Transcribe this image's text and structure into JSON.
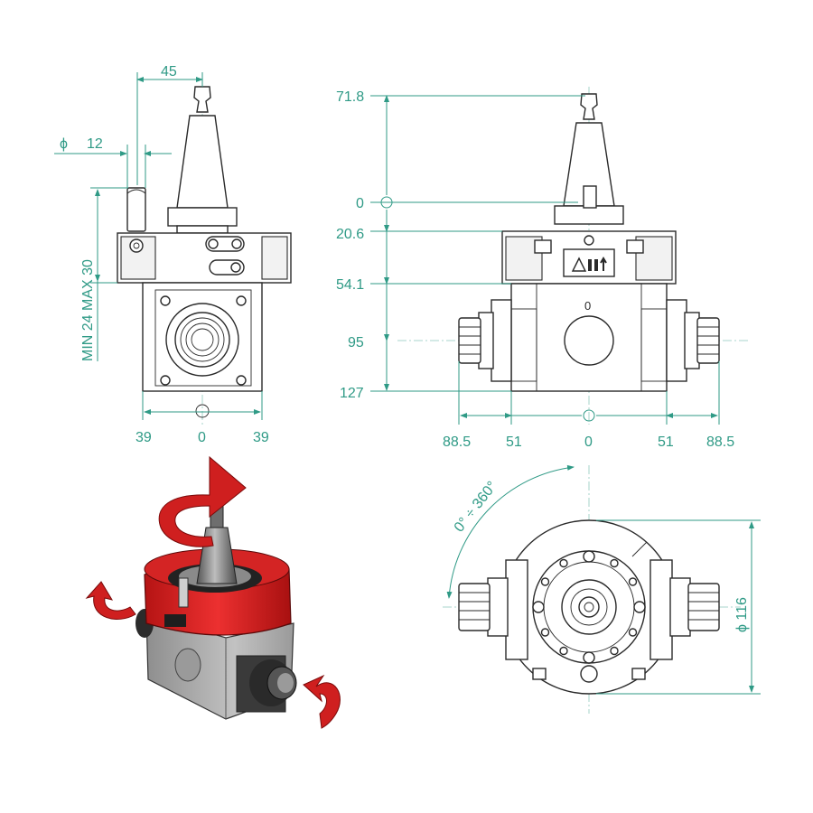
{
  "colors": {
    "dimension": "#2f9a86",
    "line": "#2a2a2a",
    "housing_red": "#d62020",
    "body_grey": "#a9a9a9",
    "arrow_red": "#cf1f1f"
  },
  "front_view": {
    "width_top": "45",
    "diameter_symbol": "ϕ",
    "diameter_value": "12",
    "range_label": "MIN 24  MAX  30",
    "bottom_left": "39",
    "bottom_center": "0",
    "bottom_right": "39"
  },
  "side_view": {
    "vertical": [
      "71.8",
      "0",
      "20.6",
      "54.1",
      "95",
      "127"
    ],
    "horizontal": [
      "88.5",
      "51",
      "0",
      "51",
      "88.5"
    ],
    "plate_mark": "0"
  },
  "top_view": {
    "rotation_label": "0° ÷ 360°",
    "diameter_label": "ϕ 116"
  },
  "icons": [
    "warning-triangle-icon",
    "rotation-arrow-icon"
  ]
}
